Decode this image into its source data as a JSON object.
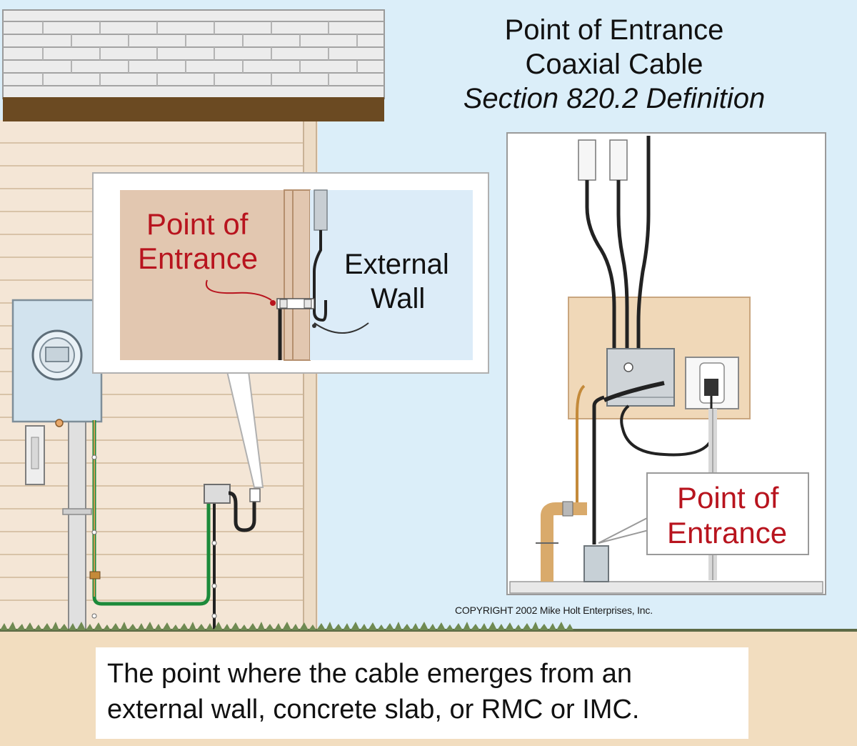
{
  "title": {
    "line1": "Point of Entrance",
    "line2": "Coaxial Cable",
    "line3": "Section 820.2 Definition"
  },
  "inset_left": {
    "label_line1": "Point of",
    "label_line2": "Entrance",
    "wall_line1": "External",
    "wall_line2": "Wall"
  },
  "inset_right": {
    "label_line1": "Point of",
    "label_line2": "Entrance"
  },
  "copyright": "COPYRIGHT 2002 Mike Holt Enterprises, Inc.",
  "caption": "The point where the cable emerges from an external wall, concrete slab, or RMC or IMC.",
  "colors": {
    "sky": "#dbeef9",
    "siding": "#f4e6d6",
    "roof": "#e9e9e9",
    "fascia": "#6b4a22",
    "ground": "#f2ddbf",
    "label_red": "#b8141e",
    "meter_box": "#d2e3ee",
    "panel_tan": "#f0d8b8",
    "grounding_wire": "#1c8a3a"
  },
  "icons": [
    "meter-icon",
    "cable-splitter-icon",
    "receptacle-icon",
    "gas-pipe-icon",
    "coax-cable-icon"
  ]
}
